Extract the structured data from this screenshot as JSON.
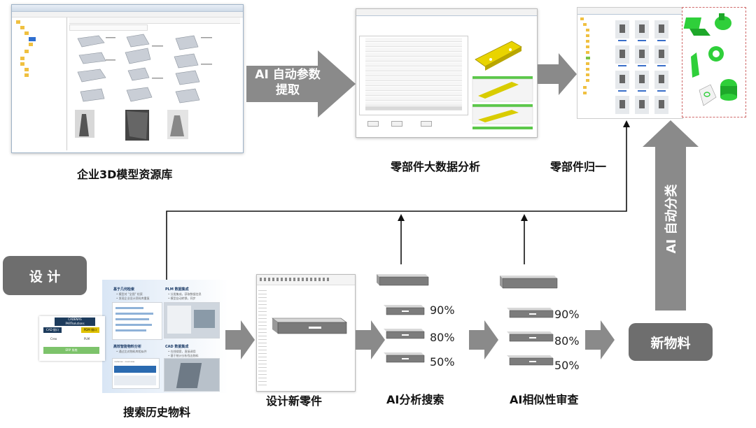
{
  "colors": {
    "arrow_gray": "#8a8a8a",
    "pill_gray": "#6e6e6e",
    "connector": "#111111",
    "part_yellow": "#e9d400",
    "part_green": "#2fcf3a",
    "part_green_bar": "#5cc84a",
    "erp_green": "#7dc36b",
    "cadenas_dark": "#1d3b5c",
    "panel_blue_fade": "#d9e6f5"
  },
  "captions": {
    "library": "企业3D模型资源库",
    "bigdata": "零部件大数据分析",
    "normalize": "零部件归一",
    "history": "搜索历史物料",
    "newpart": "设计新零件",
    "ai_search": "AI分析搜索",
    "ai_review": "AI相似性审查"
  },
  "arrows": {
    "extract_line1": "AI 自动参数",
    "extract_line2": "提取",
    "classify": "AI 自动分类"
  },
  "pills": {
    "design": "设 计",
    "new_material": "新物料"
  },
  "search_results": {
    "p90": "90%",
    "p80": "80%",
    "p50": "50%"
  },
  "review_results": {
    "p90": "90%",
    "p80": "80%",
    "p50": "50%"
  },
  "cadenas": {
    "brand_line1": "CADENAS",
    "brand_line2": "PARTsolutions",
    "cad_box": "CAD 接口",
    "pdm_box": "PDM 接口",
    "creo": "Creo",
    "plm": "PLM",
    "erp": "ERP 系统"
  },
  "feature_panel": {
    "f1_title": "基于几何检索",
    "f1_b1": "• 模型对 \"全图\" 检索",
    "f1_b2": "• 发现企业设计资料库重复",
    "f2_title": "PLM 数据集成",
    "f2_b1": "• 分类集成，获取数据信息",
    "f2_b2": "• 模型自动转换，同步",
    "f3_title": "高效智能物料分析",
    "f3_b1": "• 通过比对物料库相似件",
    "f4_title": "CAD 数据集成",
    "f4_b1": "• 在线搜索，直接调用",
    "f4_b2": "• 基于统计分析找出物料",
    "screen_header": "cadenas : overview"
  }
}
